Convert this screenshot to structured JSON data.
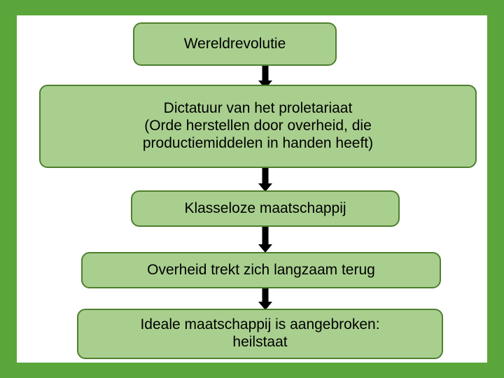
{
  "slide": {
    "background_color": "#ffffff",
    "border_color": "#5aa63a",
    "node_fill_color": "#a9cf8f",
    "node_border_color": "#4e7f2e",
    "arrow_color": "#000000"
  },
  "diagram": {
    "type": "flowchart",
    "direction": "top-to-bottom",
    "nodes": [
      {
        "id": "node-1",
        "text": "Wereldrevolutie"
      },
      {
        "id": "node-2",
        "line1": "Dictatuur van het proletariaat",
        "line2": "(Orde herstellen door overheid, die",
        "line3": "productiemiddelen in handen heeft)"
      },
      {
        "id": "node-3",
        "text": "Klasseloze maatschappij"
      },
      {
        "id": "node-4",
        "text": "Overheid trekt zich langzaam terug"
      },
      {
        "id": "node-5",
        "line1": "Ideale maatschappij is aangebroken:",
        "line2": "heilstaat"
      }
    ],
    "connectors": [
      {
        "id": "arrow-1",
        "from": "node-1",
        "to": "node-2"
      },
      {
        "id": "arrow-2",
        "from": "node-2",
        "to": "node-3"
      },
      {
        "id": "arrow-3",
        "from": "node-3",
        "to": "node-4"
      },
      {
        "id": "arrow-4",
        "from": "node-4",
        "to": "node-5"
      }
    ]
  }
}
